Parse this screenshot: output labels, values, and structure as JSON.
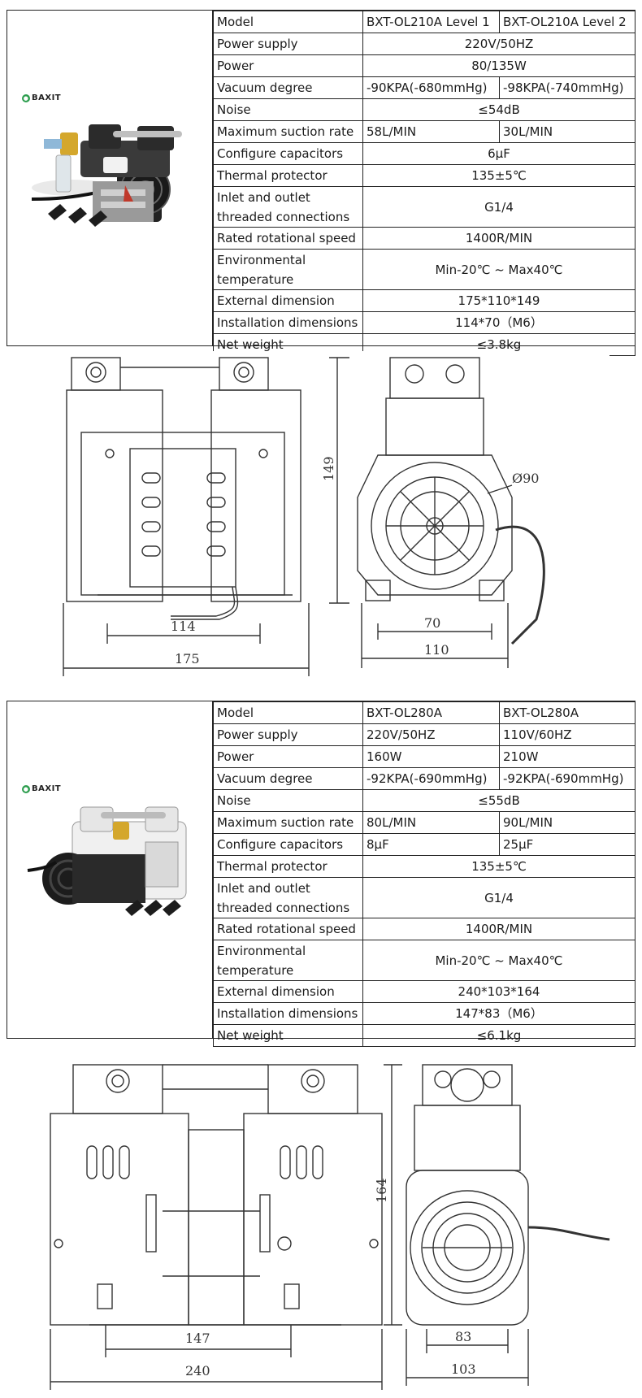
{
  "brand": {
    "name": "BAXIT"
  },
  "spec_block_1": {
    "rows": [
      {
        "label": "Model",
        "v1": "BXT-OL210A Level 1",
        "v2": "BXT-OL210A Level 2"
      },
      {
        "label": "Power supply",
        "v": "220V/50HZ"
      },
      {
        "label": "Power",
        "v": "80/135W"
      },
      {
        "label": "Vacuum degree",
        "v1": "-90KPA(-680mmHg)",
        "v2": "-98KPA(-740mmHg)"
      },
      {
        "label": "Noise",
        "v": "≤54dB"
      },
      {
        "label": "Maximum suction rate",
        "v1": "58L/MIN",
        "v2": "30L/MIN"
      },
      {
        "label": "Configure capacitors",
        "v": "6μF"
      },
      {
        "label": "Thermal protector",
        "v": "135±5℃"
      },
      {
        "label": "Inlet and outlet threaded connections",
        "v": "G1/4"
      },
      {
        "label": "Rated rotational speed",
        "v": "1400R/MIN"
      },
      {
        "label": "Environmental temperature",
        "v": "Min-20℃ ~ Max40℃"
      },
      {
        "label": "External dimension",
        "v": "175*110*149"
      },
      {
        "label": "Installation dimensions",
        "v": "114*70（M6）"
      },
      {
        "label": "Net weight",
        "v": "≤3.8kg"
      }
    ]
  },
  "drawing_1": {
    "dims": {
      "height": "149",
      "diameter": "Ø90",
      "mount_w": "114",
      "total_w": "175",
      "mount_d": "70",
      "total_d": "110"
    }
  },
  "spec_block_2": {
    "rows": [
      {
        "label": "Model",
        "v1": "BXT-OL280A",
        "v2": "BXT-OL280A"
      },
      {
        "label": "Power supply",
        "v1": "220V/50HZ",
        "v2": "110V/60HZ"
      },
      {
        "label": "Power",
        "v1": "160W",
        "v2": "210W"
      },
      {
        "label": "Vacuum degree",
        "v1": "-92KPA(-690mmHg)",
        "v2": "-92KPA(-690mmHg)"
      },
      {
        "label": "Noise",
        "v": "≤55dB"
      },
      {
        "label": "Maximum suction rate",
        "v1": "80L/MIN",
        "v2": "90L/MIN"
      },
      {
        "label": "Configure capacitors",
        "v1": "8μF",
        "v2": "25μF"
      },
      {
        "label": "Thermal protector",
        "v": "135±5℃"
      },
      {
        "label": "Inlet and outlet threaded connections",
        "v": "G1/4"
      },
      {
        "label": "Rated rotational speed",
        "v": "1400R/MIN"
      },
      {
        "label": "Environmental temperature",
        "v": "Min-20℃ ~ Max40℃"
      },
      {
        "label": "External dimension",
        "v": "240*103*164"
      },
      {
        "label": "Installation dimensions",
        "v": "147*83（M6）"
      },
      {
        "label": "Net weight",
        "v": "≤6.1kg"
      }
    ]
  },
  "drawing_2": {
    "dims": {
      "height": "164",
      "mount_w": "147",
      "total_w": "240",
      "mount_d": "83",
      "total_d": "103"
    }
  }
}
